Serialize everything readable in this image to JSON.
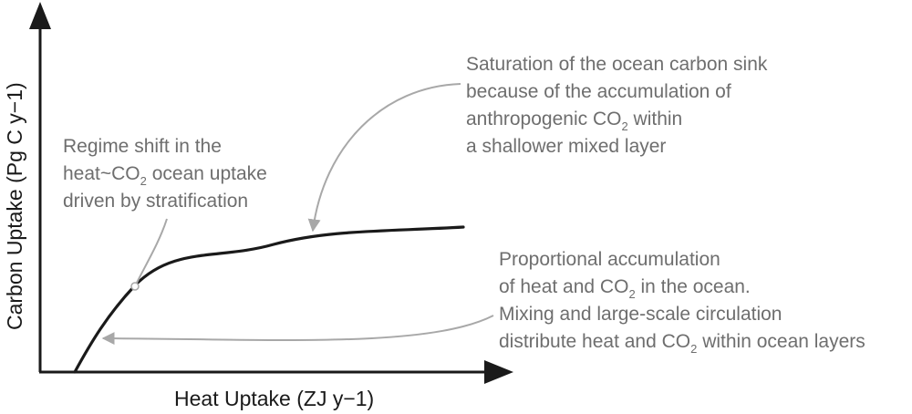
{
  "axes": {
    "x_label": "Heat Uptake (ZJ y−1)",
    "y_label": "Carbon Uptake (Pg C y−1)"
  },
  "annotations": {
    "saturation": {
      "line1": "Saturation of the ocean carbon sink",
      "line2": "because of the accumulation of",
      "line3_pre": "anthropogenic CO",
      "line3_sub": "2",
      "line3_post": " within",
      "line4": "a shallower mixed layer"
    },
    "regime": {
      "line1": "Regime shift in the",
      "line2_pre": "heat~CO",
      "line2_sub": "2",
      "line2_post": " ocean uptake",
      "line3": "driven by stratification"
    },
    "proportional": {
      "line1": "Proportional accumulation",
      "line2_pre": "of heat and CO",
      "line2_sub": "2",
      "line2_post": " in the ocean.",
      "line3": "Mixing and large-scale circulation",
      "line4_pre": "distribute heat and CO",
      "line4_sub": "2",
      "line4_post": " within ocean layers"
    }
  },
  "colors": {
    "axis": "#1a1a1a",
    "curve": "#1a1a1a",
    "annotation_text": "#6e6e6e",
    "annotation_arrow": "#a8a8a8"
  }
}
